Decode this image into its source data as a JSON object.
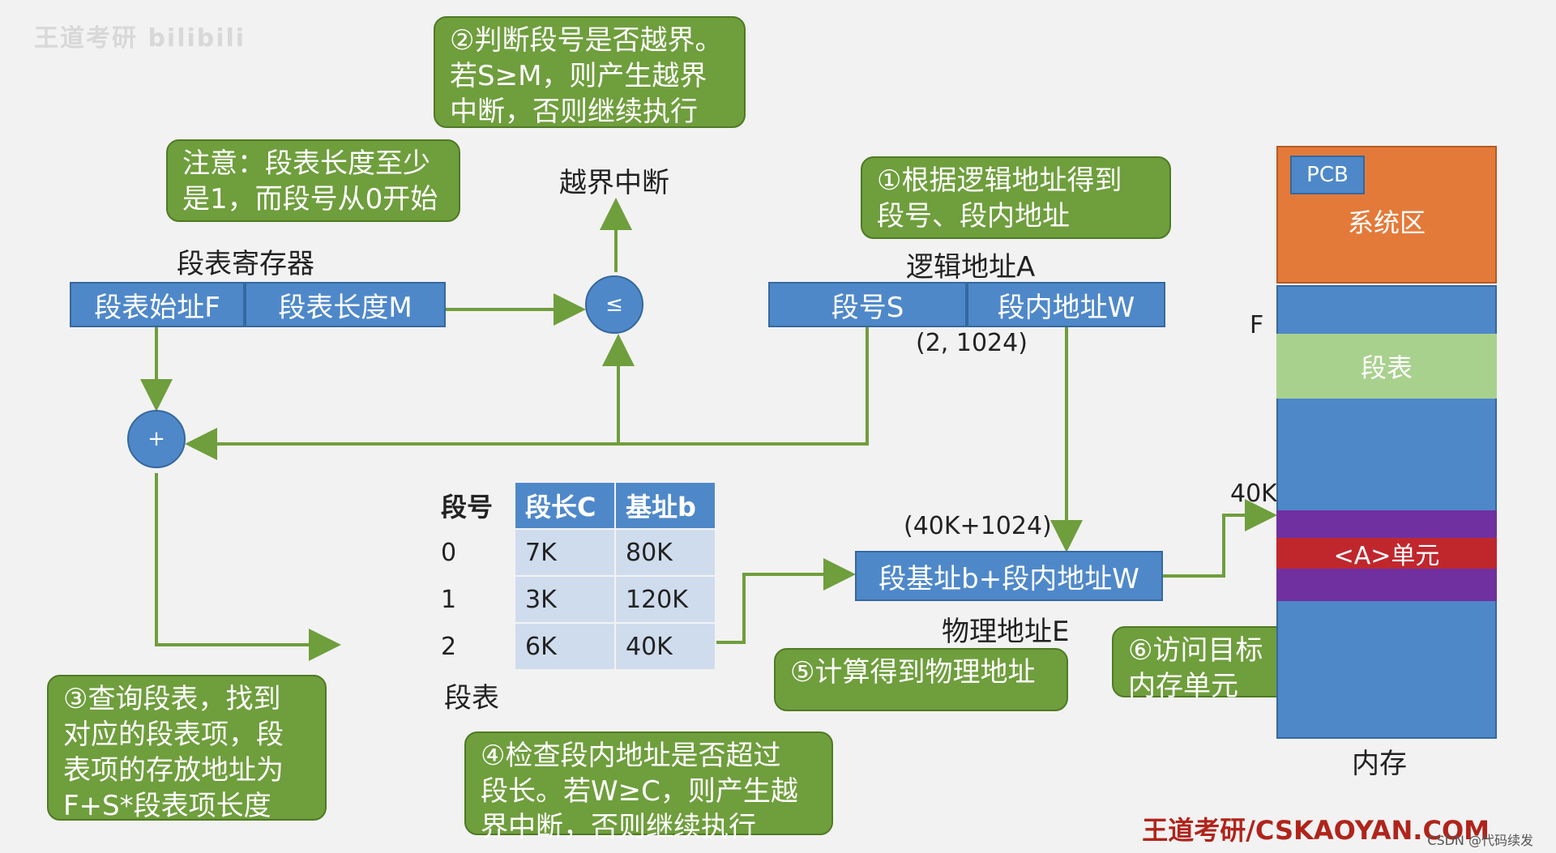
{
  "watermark": "王道考研 bilibili",
  "bubbles": {
    "b1": "①根据逻辑地址得到\n段号、段内地址",
    "b2": "②判断段号是否越界。\n若S≥M，则产生越界\n中断，否则继续执行",
    "b3": "③查询段表，找到\n对应的段表项，段\n表项的存放地址为\nF+S*段表项长度",
    "b4": "④检查段内地址是否超过\n段长。若W≥C，则产生越\n界中断，否则继续执行",
    "b5": "⑤计算得到物理地址",
    "b6": "⑥访问目标\n内存单元",
    "note": "注意：段表长度至少\n是1，而段号从0开始"
  },
  "labels": {
    "overflow_interrupt": "越界中断",
    "seg_register": "段表寄存器",
    "logical_address": "逻辑地址A",
    "logical_value": "(2, 1024)",
    "physical_value": "(40K+1024)",
    "physical_address": "物理地址E",
    "segment_table": "段表",
    "memory": "内存",
    "F": "F",
    "40K": "40K"
  },
  "boxes": {
    "seg_base": "段表始址F",
    "seg_length": "段表长度M",
    "seg_no": "段号S",
    "seg_offset": "段内地址W",
    "phys_calc": "段基址b+段内地址W",
    "le": "≤",
    "plus": "+"
  },
  "seg_table": {
    "row_header": "段号",
    "headers": [
      "段长C",
      "基址b"
    ],
    "rows": [
      {
        "no": "0",
        "len": "7K",
        "base": "80K"
      },
      {
        "no": "1",
        "len": "3K",
        "base": "120K"
      },
      {
        "no": "2",
        "len": "6K",
        "base": "40K"
      }
    ]
  },
  "memory_blocks": {
    "pcb": "PCB",
    "system": "系统区",
    "segtable": "段表",
    "unit": "<A>单元"
  },
  "colors": {
    "bubble_green": "#6f9e3d",
    "box_blue": "#4f88c9",
    "system_orange": "#e37a3a",
    "segtable_green": "#a9d18e",
    "unit_red": "#c0272d",
    "purple": "#7030a0",
    "footer_red": "#b0241b"
  },
  "footer": "王道考研/CSKAOYAN.COM",
  "csdn": "CSDN @代码续发"
}
